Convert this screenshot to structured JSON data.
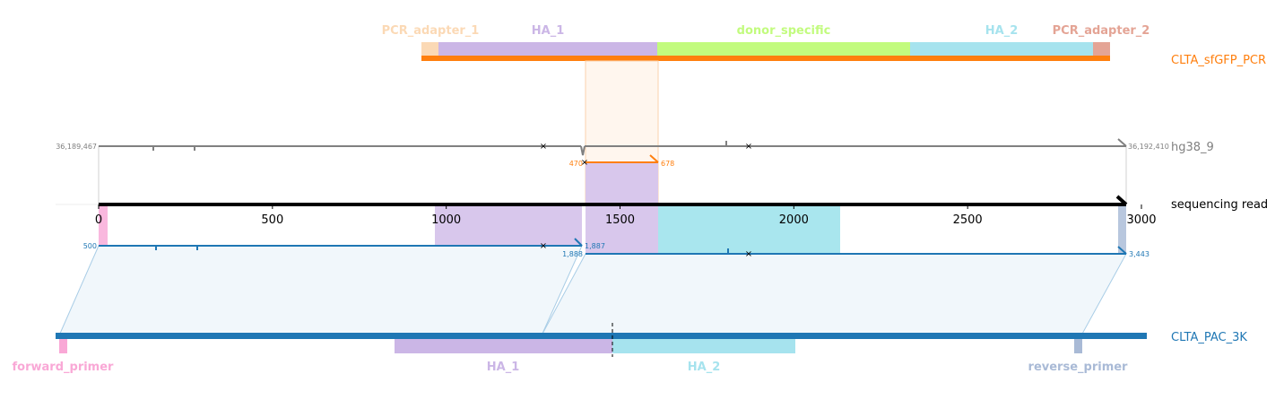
{
  "top_reference": {
    "name": "CLTA_sfGFP_PCR",
    "color": "#ff7f0e",
    "features": [
      {
        "label": "PCR_adapter_1",
        "color": "#fbd9b5"
      },
      {
        "label": "HA_1",
        "color": "#cbb6e6"
      },
      {
        "label": "donor_specific",
        "color": "#c2fb7e"
      },
      {
        "label": "HA_2",
        "color": "#a6e3ee"
      },
      {
        "label": "PCR_adapter_2",
        "color": "#e4a495"
      }
    ]
  },
  "genome": {
    "name": "hg38_9",
    "color": "#808080",
    "start_label": "36,189,467",
    "end_label": "36,192,410"
  },
  "read": {
    "name": "sequencing read",
    "axis_ticks": [
      "0",
      "500",
      "1000",
      "1500",
      "2000",
      "2500",
      "3000"
    ],
    "insert_start_label": "470",
    "insert_end_label": "678",
    "lower_left_start": "500",
    "lower_left_end": "1,887",
    "lower_right_start": "1,888",
    "lower_right_end": "3,443"
  },
  "bottom_reference": {
    "name": "CLTA_PAC_3K",
    "color": "#1f77b4",
    "features": [
      {
        "label": "forward_primer",
        "color": "#f9a8d6"
      },
      {
        "label": "HA_1",
        "color": "#cbb6e6"
      },
      {
        "label": "HA_2",
        "color": "#a6e3ee"
      },
      {
        "label": "reverse_primer",
        "color": "#a9bad6"
      }
    ]
  }
}
